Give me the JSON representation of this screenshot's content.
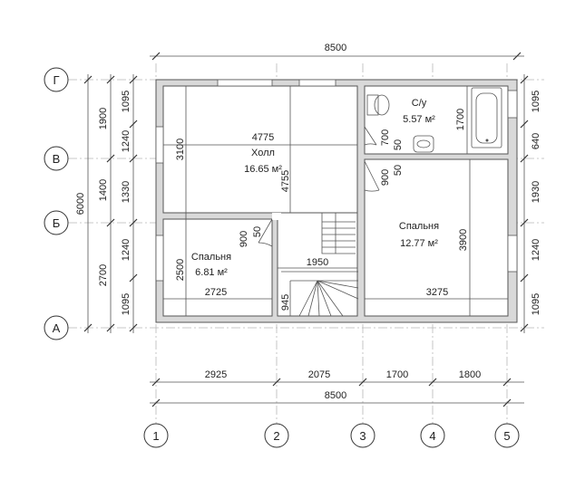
{
  "plan": {
    "overall_width_top": "8500",
    "overall_width_bottom": "8500",
    "bottom_dims": [
      "2925",
      "2075",
      "1700",
      "1800"
    ],
    "left_outer": "6000",
    "left_mid": [
      "1900",
      "1400",
      "2700"
    ],
    "left_inner": [
      "1095",
      "1240",
      "1330",
      "1240",
      "1095"
    ],
    "right_dims": [
      "1095",
      "640",
      "1930",
      "1240",
      "1095"
    ],
    "axis_rows": [
      "Г",
      "В",
      "Б",
      "А"
    ],
    "axis_cols": [
      "1",
      "2",
      "3",
      "4",
      "5"
    ],
    "rooms": {
      "hall": {
        "name": "Холл",
        "area": "16.65 м²",
        "width": "4775",
        "height": "3100",
        "diag": "4755"
      },
      "bath": {
        "name": "С/у",
        "area": "5.57 м²",
        "height": "1700"
      },
      "bed_right": {
        "name": "Спальня",
        "area": "12.77 м²",
        "height": "3900",
        "width": "3275"
      },
      "bed_left": {
        "name": "Спальня",
        "area": "6.81 м²",
        "height": "2500",
        "width": "2725"
      }
    },
    "stair": {
      "width": "1950",
      "depth": "945"
    },
    "doors": [
      "900",
      "50",
      "700",
      "50",
      "900",
      "50"
    ]
  }
}
